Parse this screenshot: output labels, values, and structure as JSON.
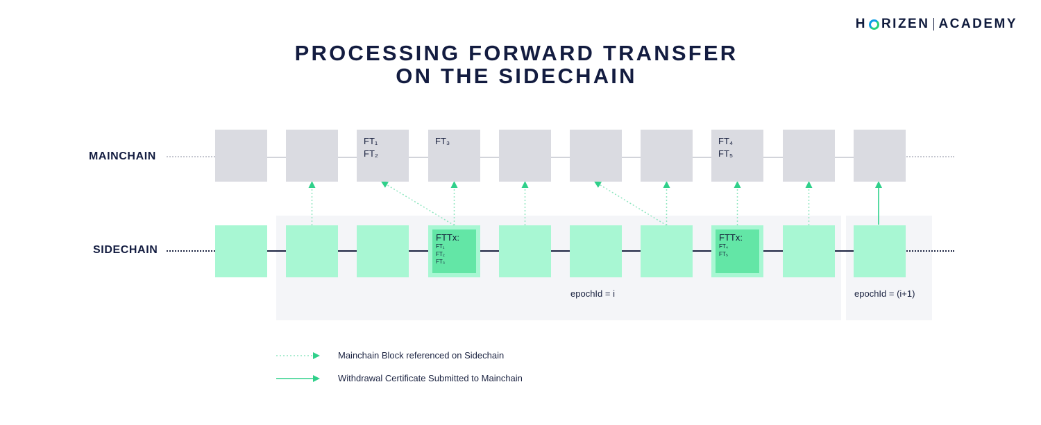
{
  "brand": {
    "left": "H",
    "mid": "RIZEN",
    "right": "ACADEMY"
  },
  "title": {
    "line1": "PROCESSING FORWARD TRANSFER",
    "line2": "ON THE SIDECHAIN"
  },
  "labels": {
    "mainchain": "MAINCHAIN",
    "sidechain": "SIDECHAIN"
  },
  "mainchain_blocks": [
    {
      "text": ""
    },
    {
      "text": ""
    },
    {
      "text": "FT₁\nFT₂"
    },
    {
      "text": "FT₃"
    },
    {
      "text": ""
    },
    {
      "text": ""
    },
    {
      "text": ""
    },
    {
      "text": "FT₄\nFT₅"
    },
    {
      "text": ""
    },
    {
      "text": ""
    }
  ],
  "sidechain_blocks": [
    {
      "ftt": null
    },
    {
      "ftt": null
    },
    {
      "ftt": null
    },
    {
      "ftt": {
        "head": "FTTx:",
        "items": [
          "FT₁",
          "FT₂",
          "FT₃"
        ]
      }
    },
    {
      "ftt": null
    },
    {
      "ftt": null
    },
    {
      "ftt": null
    },
    {
      "ftt": {
        "head": "FTTx:",
        "items": [
          "FT₄",
          "FT₅"
        ]
      }
    },
    {
      "ftt": null
    },
    {
      "ftt": null
    }
  ],
  "epochs": {
    "current": "epochId = i",
    "next": "epochId = (i+1)"
  },
  "legend": {
    "reference": "Mainchain Block referenced on Sidechain",
    "certificate": "Withdrawal Certificate Submitted to Mainchain"
  },
  "colors": {
    "mainchain_block": "#dadbe1",
    "sidechain_block": "#a8f7d3",
    "ftt_box": "#63e6a6",
    "arrow": "#2fd08a",
    "panel": "#f4f5f8"
  }
}
